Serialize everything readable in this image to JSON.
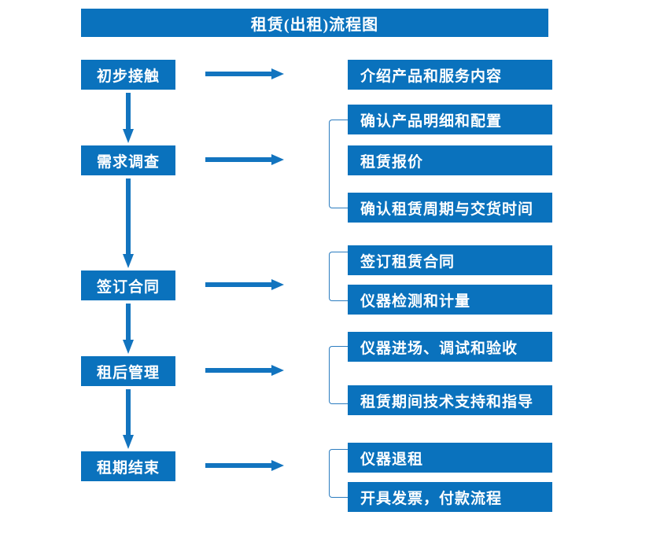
{
  "chart_data": {
    "type": "diagram",
    "title": "租赁(出租)流程图",
    "diagram_kind": "flowchart",
    "stages": [
      {
        "label": "初步接触",
        "details": [
          "介绍产品和服务内容"
        ]
      },
      {
        "label": "需求调查",
        "details": [
          "确认产品明细和配置",
          "租赁报价",
          "确认租赁周期与交货时间"
        ]
      },
      {
        "label": "签订合同",
        "details": [
          "签订租赁合同",
          "仪器检测和计量"
        ]
      },
      {
        "label": "租后管理",
        "details": [
          "仪器进场、调试和验收",
          "租赁期间技术支持和指导"
        ]
      },
      {
        "label": "租期结束",
        "details": [
          "仪器退租",
          "开具发票，付款流程"
        ]
      }
    ]
  },
  "header": {
    "title": "租赁(出租)流程图"
  },
  "stages": [
    {
      "label": "初步接触"
    },
    {
      "label": "需求调查"
    },
    {
      "label": "签订合同"
    },
    {
      "label": "租后管理"
    },
    {
      "label": "租期结束"
    }
  ],
  "details": [
    {
      "label": "介绍产品和服务内容"
    },
    {
      "label": "确认产品明细和配置"
    },
    {
      "label": "租赁报价"
    },
    {
      "label": "确认租赁周期与交货时间"
    },
    {
      "label": "签订租赁合同"
    },
    {
      "label": "仪器检测和计量"
    },
    {
      "label": "仪器进场、调试和验收"
    },
    {
      "label": "租赁期间技术支持和指导"
    },
    {
      "label": "仪器退租"
    },
    {
      "label": "开具发票，付款流程"
    }
  ],
  "colors": {
    "box_blue": "#0a72bd",
    "arrow_blue": "#1274bf",
    "bracket_blue": "#2b7cc0",
    "text_white": "#ffffff",
    "background": "#ffffff"
  }
}
